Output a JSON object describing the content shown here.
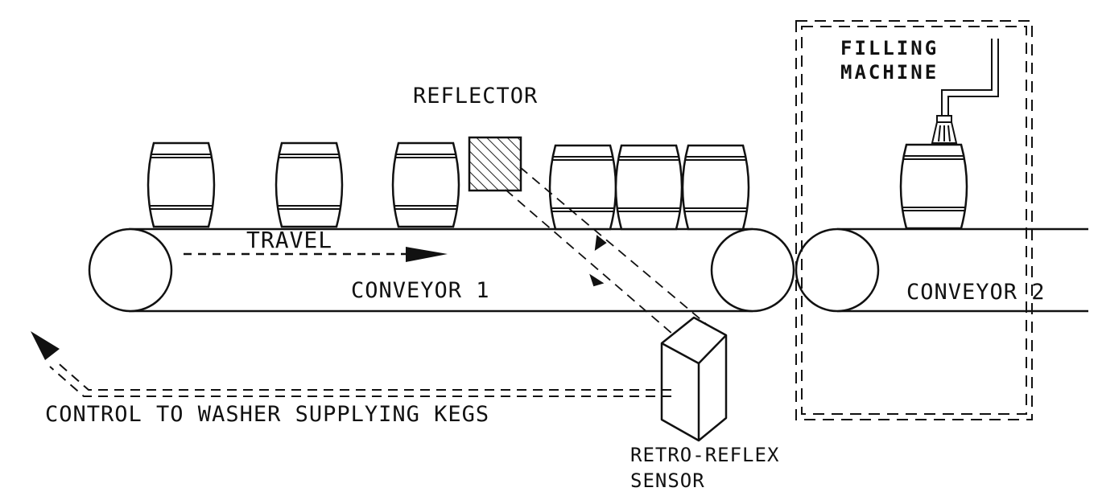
{
  "labels": {
    "reflector": "REFLECTOR",
    "filling_machine": [
      "FILLING",
      "MACHINE"
    ],
    "travel": "TRAVEL",
    "conveyor_1": "CONVEYOR 1",
    "conveyor_2": "CONVEYOR 2",
    "control": "CONTROL TO WASHER SUPPLYING KEGS",
    "sensor": [
      "RETRO-REFLEX",
      "SENSOR"
    ]
  },
  "kegs": {
    "spaced_on_conveyor_1": 3,
    "queued_on_conveyor_1": 3,
    "at_filling_machine": 1
  },
  "colors": {
    "ink": "#111111",
    "background": "#ffffff",
    "hatch": "#222222"
  }
}
